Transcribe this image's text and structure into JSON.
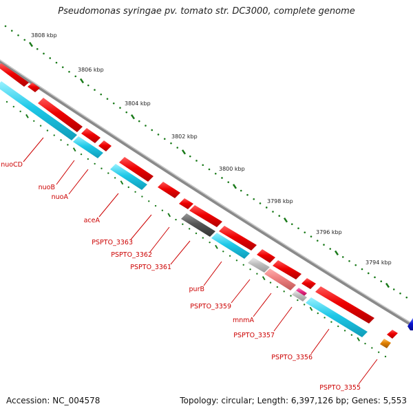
{
  "title": "Pseudomonas syringae pv. tomato str. DC3000, complete genome",
  "footer": {
    "accession": "Accession: NC_004578",
    "topology": "Topology: circular; Length: 6,397,126 bp; Genes: 5,553"
  },
  "scale_labels": [
    "3808 kbp",
    "3806 kbp",
    "3804 kbp",
    "3802 kbp",
    "3800 kbp",
    "3798 kbp",
    "3796 kbp",
    "3794 kbp"
  ],
  "gene_labels": [
    "nuoCD",
    "nuoB",
    "nuoA",
    "aceA",
    "PSPTO_3363",
    "PSPTO_3362",
    "PSPTO_3361",
    "purB",
    "PSPTO_3359",
    "mnmA",
    "PSPTO_3357",
    "PSPTO_3356",
    "PSPTO_3355"
  ],
  "colors": {
    "backbone": "#8a8a8a",
    "scale_tick": "#1a7a1a",
    "gene_red": "#ee0000",
    "gene_cyan": "#1ec8e8",
    "gene_dark_gray": "#555555",
    "gene_light_gray": "#bdbdbd",
    "gene_pink": "#ee8080",
    "gene_magenta": "#e0207a",
    "gene_orange": "#e08000",
    "gene_blue": "#0a14d0",
    "label": "#cc0000"
  }
}
